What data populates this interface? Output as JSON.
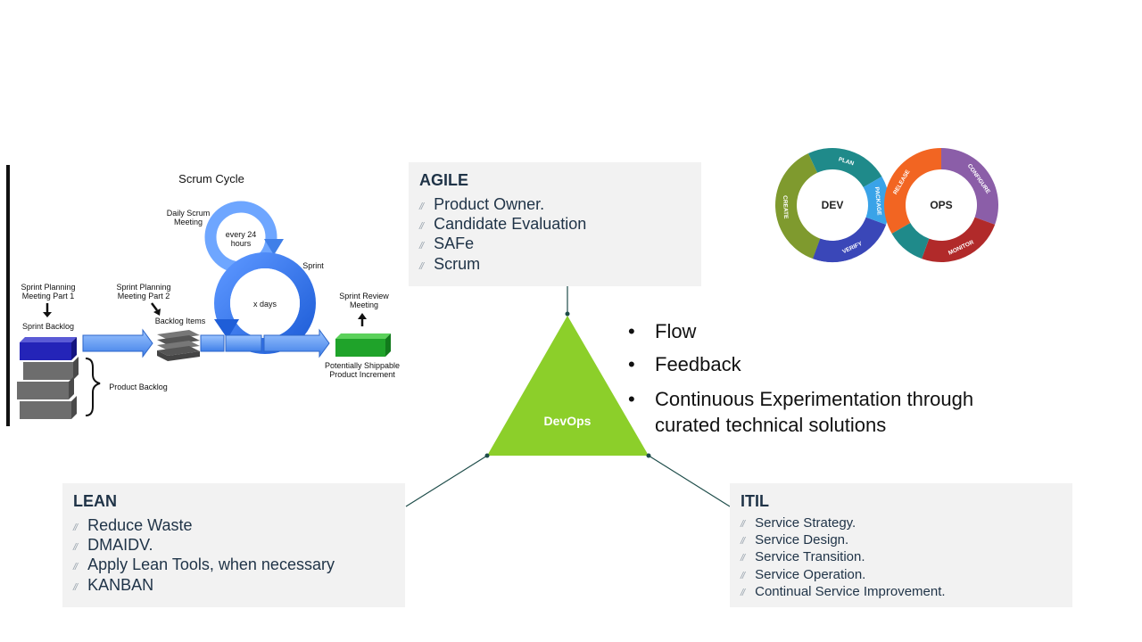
{
  "agile": {
    "title": "AGILE",
    "items": [
      "Product Owner.",
      "Candidate Evaluation",
      "SAFe",
      "Scrum"
    ]
  },
  "lean": {
    "title": "LEAN",
    "items": [
      "Reduce Waste",
      "DMAIDV.",
      "Apply Lean Tools, when necessary",
      "KANBAN"
    ]
  },
  "itil": {
    "title": "ITIL",
    "items": [
      "Service Strategy.",
      "Service Design.",
      "Service Transition.",
      "Service Operation.",
      "Continual  Service Improvement."
    ]
  },
  "center": {
    "label": "DevOps"
  },
  "bullets": [
    "Flow",
    "Feedback",
    "Continuous Experimentation through curated technical solutions"
  ],
  "scrum": {
    "title": "Scrum Cycle",
    "daily": "Daily Scrum Meeting",
    "every": "every 24 hours",
    "sprint": "Sprint",
    "xdays": "x days",
    "planning1": "Sprint Planning Meeting Part 1",
    "planning2": "Sprint Planning Meeting Part 2",
    "sprint_backlog": "Sprint Backlog",
    "backlog_items": "Backlog Items",
    "product_backlog": "Product Backlog",
    "review": "Sprint Review Meeting",
    "increment": "Potentially Shippable Product Increment"
  },
  "infinity": {
    "dev": "DEV",
    "ops": "OPS",
    "segments": [
      "CREATE",
      "PLAN",
      "VERIFY",
      "PACKAGE",
      "RELEASE",
      "CONFIGURE",
      "MONITOR"
    ],
    "colors": {
      "create": "#7f9a2e",
      "plan": "#1f8a8a",
      "verify": "#3a47b8",
      "package": "#3aa3e8",
      "release": "#f26522",
      "configure": "#8b5ea8",
      "monitor": "#b12a2a",
      "teal": "#1f8a8a"
    }
  },
  "colors": {
    "triangle": "#8ccf2a",
    "box": "#f2f2f2",
    "line": "#1e4d4a"
  }
}
